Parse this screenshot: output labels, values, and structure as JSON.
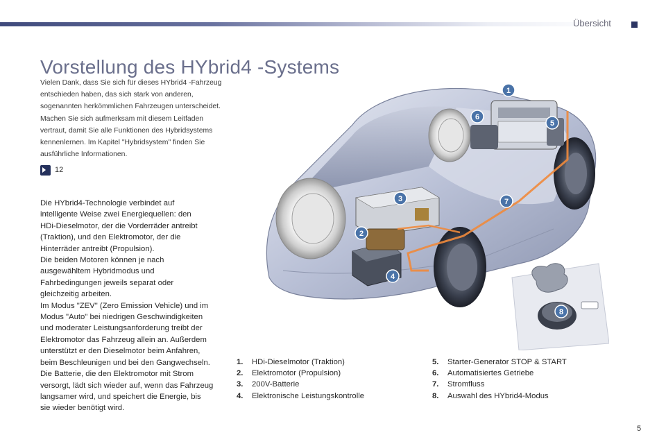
{
  "header": {
    "section": "Übersicht"
  },
  "title": "Vorstellung des HYbrid4 -Systems",
  "intro": [
    "Vielen Dank, dass Sie sich für dieses HYbrid4 -Fahrzeug",
    "entschieden haben, das sich stark von anderen,",
    "sogenannten herkömmlichen Fahrzeugen unterscheidet.",
    "Machen Sie sich aufmerksam mit diesem Leitfaden",
    "vertraut, damit Sie alle Funktionen des Hybridsystems",
    "kennenlernen. Im Kapitel \"Hybridsystem\" finden Sie",
    "ausführliche Informationen."
  ],
  "reference": {
    "icon": "play-reference-icon",
    "page": "12"
  },
  "body": [
    "Die HYbrid4-Technologie verbindet auf",
    "intelligente Weise zwei Energiequellen: den",
    "HDi-Dieselmotor, der die Vorderräder antreibt",
    "(Traktion), und den Elektromotor, der die",
    "Hinterräder antreibt (Propulsion).",
    "Die beiden Motoren können je nach",
    "ausgewähltem Hybridmodus und",
    "Fahrbedingungen jeweils separat oder",
    "gleichzeitig arbeiten.",
    "Im Modus \"ZEV\" (Zero Emission Vehicle) und im",
    "Modus \"Auto\" bei niedrigen Geschwindigkeiten",
    "und moderater Leistungsanforderung treibt der",
    "Elektromotor das Fahrzeug allein an. Außerdem",
    "unterstützt er den Dieselmotor beim Anfahren,",
    "beim Beschleunigen und bei den Gangwechseln.",
    "Die Batterie, die den Elektromotor mit Strom",
    "versorgt, lädt sich wieder auf, wenn das Fahrzeug",
    "langsamer wird, und speichert die Energie, bis",
    "sie wieder benötigt wird."
  ],
  "callouts": [
    "1",
    "2",
    "3",
    "4",
    "5",
    "6",
    "7",
    "8"
  ],
  "legend_left": [
    {
      "num": "1.",
      "label": "HDi-Dieselmotor (Traktion)"
    },
    {
      "num": "2.",
      "label": "Elektromotor (Propulsion)"
    },
    {
      "num": "3.",
      "label": "200V-Batterie"
    },
    {
      "num": "4.",
      "label": "Elektronische Leistungskontrolle"
    }
  ],
  "legend_right": [
    {
      "num": "5.",
      "label": "Starter-Generator STOP & START"
    },
    {
      "num": "6.",
      "label": "Automatisiertes Getriebe"
    },
    {
      "num": "7.",
      "label": "Stromfluss"
    },
    {
      "num": "8.",
      "label": "Auswahl des HYbrid4-Modus"
    }
  ],
  "page_number": "5",
  "colors": {
    "accent": "#2c3563",
    "title": "#6a6f8c",
    "current_flow": "#f08a3c",
    "callout": "#4a73a8"
  }
}
